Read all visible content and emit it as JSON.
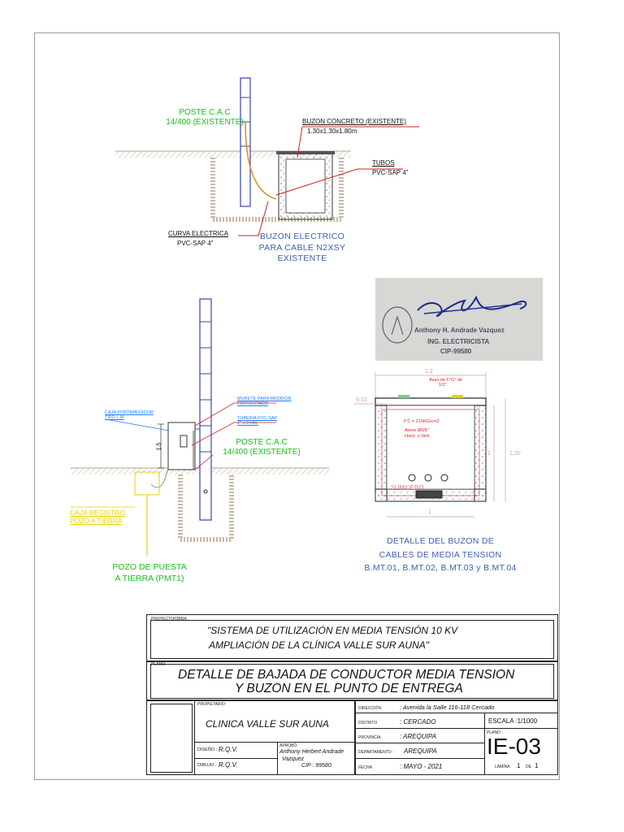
{
  "upper_detail": {
    "pole_label_1": "POSTE  C.A.C",
    "pole_label_2": "14/400  (EXISTENTE)",
    "buzon_label": "BUZON  CONCRETO  (EXISTENTE)",
    "buzon_dims": "1.30x1.30x1.80m",
    "tubos_label": "TUBOS",
    "tubos_spec": "PVC-SAP  4\"",
    "curva_label": "CURVA  ELECTRICA",
    "curva_spec": "PVC-SAP  4\"",
    "caption_1": "BUZON  ELECTRICO",
    "caption_2": "PARA  CABLE  N2XSY",
    "caption_3": "EXISTENTE"
  },
  "lower_detail": {
    "caja_portamedidor_1": "CAJA PORTAMEDIDOR",
    "caja_portamedidor_2": "TIPO L.M",
    "murete_1": "MURETE  PARA  MEDIDOR",
    "murete_2": "PROYECTADO",
    "tuberia_1": "TUBERIA  PVC-SAP",
    "tuberia_2": "2\"  x  3  mts.",
    "height_dim": "1.5",
    "pole_label_1": "POSTE  C.A.C",
    "pole_label_2": "14/400  (EXISTENTE)",
    "caja_registro_1": "CAJA  REGISTRO",
    "caja_registro_2": "POZO  A  TIERRA",
    "pozo_1": "POZO  DE  PUESTA",
    "pozo_2": "A  TIERRA  (PMT1)"
  },
  "buzon_detail": {
    "dim_top": "1,2",
    "dim_left": "0,10",
    "dim_right": "1,20",
    "dim_inner": "1",
    "dim_bottom": "1",
    "asas_1": "Asas de F°G° de",
    "asas_2": "1/2\"",
    "fc": "F'C = 210KG/cm2",
    "acero_1": "Acero Ø3/8 \"",
    "acero_2": "Horiz. y Vert.",
    "sumidero": "SUMIDERO",
    "caption_1": "DETALLE  DEL  BUZON  DE",
    "caption_2": "CABLES  DE  MEDIA  TENSION",
    "caption_3": "B.MT.01,  B.MT.02,  B.MT.03  y  B.MT.04"
  },
  "signature": {
    "name": "Anthony H. Andrade Vazquez",
    "title": "ING. ELECTRICISTA",
    "cip": "CIP-99580"
  },
  "title_block": {
    "project_heading": "PROYECTO/OBRA:",
    "project_line1": "\"SISTEMA DE UTILIZACIÓN EN MEDIA TENSIÓN 10 KV",
    "project_line2": "AMPLIACIÓN DE LA CLÍNICA VALLE SUR AUNA\"",
    "plano_heading": "PLANO:",
    "plano_line1": "DETALLE DE BAJADA DE CONDUCTOR MEDIA TENSION",
    "plano_line2": "Y BUZON EN EL PUNTO DE ENTREGA",
    "propietario_heading": "PROPIETARIO:",
    "propietario": "CLINICA VALLE SUR AUNA",
    "diseno_label": "DISEÑO :",
    "diseno": "R.Q.V.",
    "dibujo_label": "DIBUJO :",
    "dibujo": "R.Q.V.",
    "aprobo_label": "APROBÓ:",
    "aprobo_name_1": "Anthony Herbert Andrade",
    "aprobo_name_2": "Vazquez",
    "aprobo_cip": "CIP : 99580",
    "direccion_label": "DIRECCIÓN",
    "direccion": ": Avenida la Salle 116-118 Cercado",
    "distrito_label": "DISTRITO",
    "distrito": ": CERCADO",
    "provincia_label": "PROVINCIA",
    "provincia": ": AREQUIPA",
    "departamento_label": "DEPARTAMENTO :",
    "departamento": "AREQUIPA",
    "fecha_label": "FECHA",
    "fecha": ": MAYO - 2021",
    "escala": "ESCALA :1/1000",
    "plano_no_label": "PLANO :",
    "plano_no": "IE-03",
    "lamina_label": "LÁMINA",
    "lamina": "1",
    "de_label": "DE",
    "lamina_total": "1"
  }
}
